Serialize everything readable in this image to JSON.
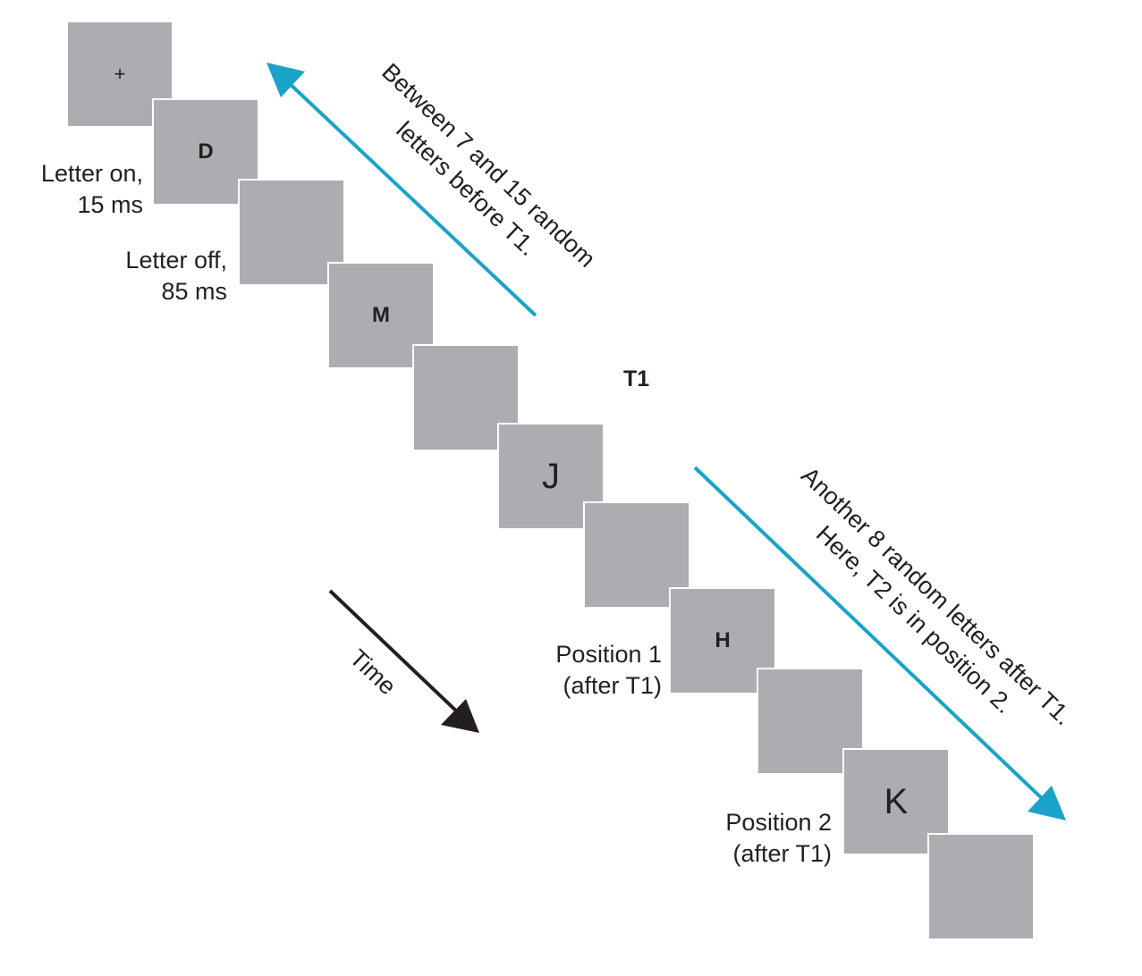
{
  "frames": [
    {
      "letter": "+"
    },
    {
      "letter": "D"
    },
    {
      "letter": ""
    },
    {
      "letter": "M"
    },
    {
      "letter": ""
    },
    {
      "letter": "J"
    },
    {
      "letter": ""
    },
    {
      "letter": "H"
    },
    {
      "letter": ""
    },
    {
      "letter": "K"
    },
    {
      "letter": ""
    }
  ],
  "labels": {
    "letter_on": [
      "Letter on,",
      "15 ms"
    ],
    "letter_off": [
      "Letter off,",
      "85 ms"
    ],
    "t1": "T1",
    "position1": [
      "Position 1",
      "(after T1)"
    ],
    "position2": [
      "Position 2",
      "(after T1)"
    ],
    "time": "Time"
  },
  "annotations": {
    "before": [
      "Between 7 and 15 random",
      "letters before T1."
    ],
    "after": [
      "Another 8 random letters after T1.",
      "Here, T2 is in position 2."
    ]
  },
  "colors": {
    "frame": "#adacb1",
    "arrow_accent": "#1aa3c9",
    "time_arrow": "#231f20",
    "text": "#231f20"
  }
}
